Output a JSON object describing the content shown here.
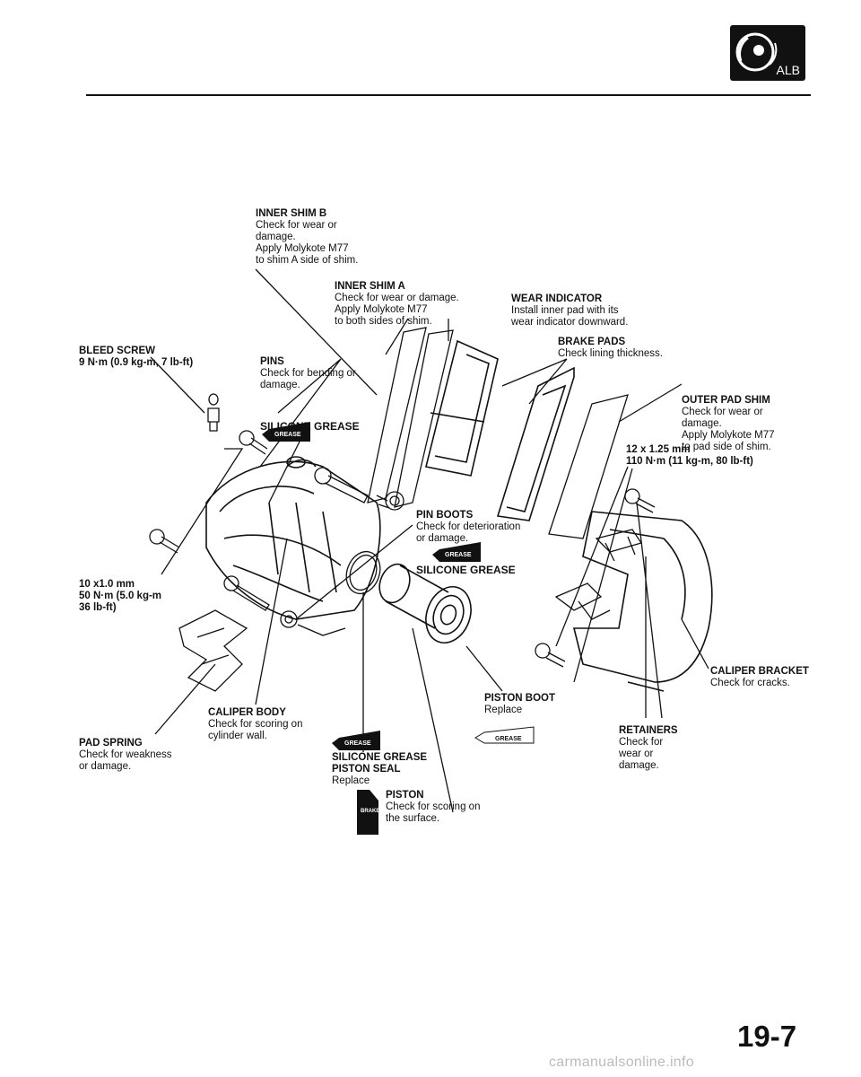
{
  "header": {
    "section_badge": "ALB"
  },
  "labels": {
    "inner_shim_b": {
      "title": "INNER SHIM B",
      "desc": "Check for wear or\ndamage.\nApply Molykote M77\nto shim A side of shim."
    },
    "inner_shim_a": {
      "title": "INNER SHIM A",
      "desc": "Check for wear or damage.\nApply Molykote M77\nto both sides of shim."
    },
    "wear_indicator": {
      "title": "WEAR INDICATOR",
      "desc": "Install inner pad with its\nwear indicator downward."
    },
    "brake_pads": {
      "title": "BRAKE PADS",
      "desc": "Check lining thickness."
    },
    "bleed_screw": {
      "title": "BLEED SCREW",
      "desc": "9 N·m (0.9 kg-m, 7 lb-ft)"
    },
    "pins": {
      "title": "PINS",
      "desc": "Check for bending or\ndamage."
    },
    "silicone_grease_1": "SILICONE GREASE",
    "outer_pad_shim": {
      "title": "OUTER PAD SHIM",
      "desc": "Check for wear or\ndamage.\nApply Molykote M77\nto pad side of shim."
    },
    "bolt_12": "12 x 1.25 mm\n110 N·m (11 kg-m, 80 lb-ft)",
    "pin_boots": {
      "title": "PIN BOOTS",
      "desc": "Check for deterioration\nor damage."
    },
    "silicone_grease_2": "SILICONE GREASE",
    "bolt_10": "10 x1.0 mm\n50 N·m (5.0 kg-m\n36 lb-ft)",
    "caliper_bracket": {
      "title": "CALIPER BRACKET",
      "desc": "Check for cracks."
    },
    "piston_boot": {
      "title": "PISTON BOOT",
      "desc": "Replace"
    },
    "caliper_body": {
      "title": "CALIPER BODY",
      "desc": "Check for scoring on\ncylinder wall."
    },
    "retainers": {
      "title": "RETAINERS",
      "desc": "Check for\nwear or\ndamage."
    },
    "pad_spring": {
      "title": "PAD SPRING",
      "desc": "Check for weakness\nor damage."
    },
    "silicone_grease_3": "SILICONE GREASE",
    "piston_seal": {
      "title": "PISTON SEAL",
      "desc": "Replace"
    },
    "piston": {
      "title": "PISTON",
      "desc": "Check for scoring on\nthe surface."
    }
  },
  "tube_labels": {
    "grease": "GREASE",
    "brake_fluid": "BRAKE FLUID"
  },
  "footer": {
    "page_number": "19-7",
    "watermark": "carmanualsonline.info"
  }
}
